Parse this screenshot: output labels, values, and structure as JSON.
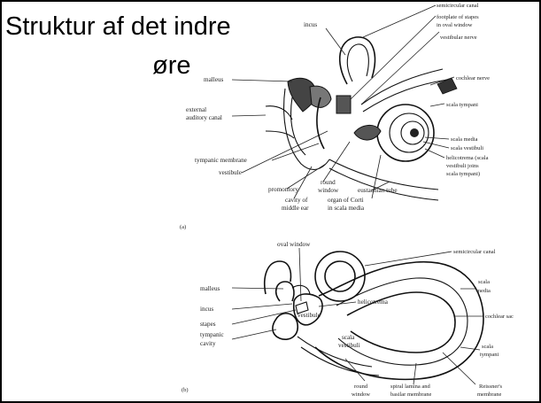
{
  "title_line1": "Struktur af det indre",
  "title_line2": "øre",
  "figure_a": {
    "panel_label": "(a)",
    "labels": {
      "incus": "incus",
      "semicircular_canal": "semicircular canal",
      "footplate_1": "footplate of stapes",
      "footplate_2": "in oval window",
      "vestibular_nerve": "vestibular nerve",
      "malleus": "malleus",
      "external_1": "external",
      "external_2": "auditory canal",
      "cochlear_nerve": "cochlear nerve",
      "scala_tympani": "scala tympani",
      "tympanic_membrane": "tympanic membrane",
      "scala_media": "scala media",
      "scala_vestibuli": "scala vestibuli",
      "vestibule": "vestibule",
      "helicotrema_1": "helicotrema (scala",
      "helicotrema_2": "vestibuli joins",
      "helicotrema_3": "scala tympani)",
      "round_1": "round",
      "round_2": "window",
      "promontory": "promontory",
      "eustachian_tube": "eustachian tube",
      "cavity_1": "cavity of",
      "cavity_2": "middle ear",
      "organ_1": "organ of Corti",
      "organ_2": "in scala media"
    }
  },
  "figure_b": {
    "panel_label": "(b)",
    "labels": {
      "oval_window": "oval window",
      "semicircular_canal": "semicircular canal",
      "malleus": "malleus",
      "incus": "incus",
      "stapes": "stapes",
      "tympanic_1": "tympanic",
      "tympanic_2": "cavity",
      "helicotrema": "helicotrema",
      "vestibule": "vestibule",
      "scala_media_1": "scala",
      "scala_media_2": "media",
      "cochlear_sac": "cochlear sac",
      "scala_vestibuli_1": "scala",
      "scala_vestibuli_2": "vestibuli",
      "scala_tympani_1": "scala",
      "scala_tympani_2": "tympani",
      "round_1": "round",
      "round_2": "window",
      "spiral_1": "spiral lamina and",
      "spiral_2": "basilar membrane",
      "reissner_1": "Reissner's",
      "reissner_2": "membrane"
    }
  }
}
